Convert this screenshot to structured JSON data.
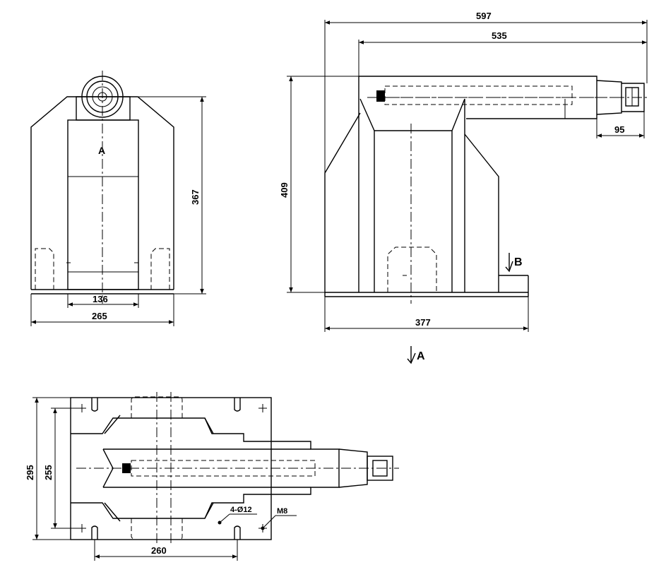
{
  "front_view": {
    "dim_height": "367",
    "dim_base_inner": "136",
    "dim_base_width": "265",
    "view_mark": "A"
  },
  "side_view": {
    "dim_overall_length": "597",
    "dim_conductor_length": "535",
    "dim_terminal": "95",
    "dim_height": "409",
    "dim_base_length": "377",
    "mark_b": "B",
    "mark_a": "A"
  },
  "top_view": {
    "dim_width_outer": "295",
    "dim_width_inner": "255",
    "dim_mount_spacing": "260",
    "note_hole": "4-Ø12",
    "note_ground": "M8"
  }
}
